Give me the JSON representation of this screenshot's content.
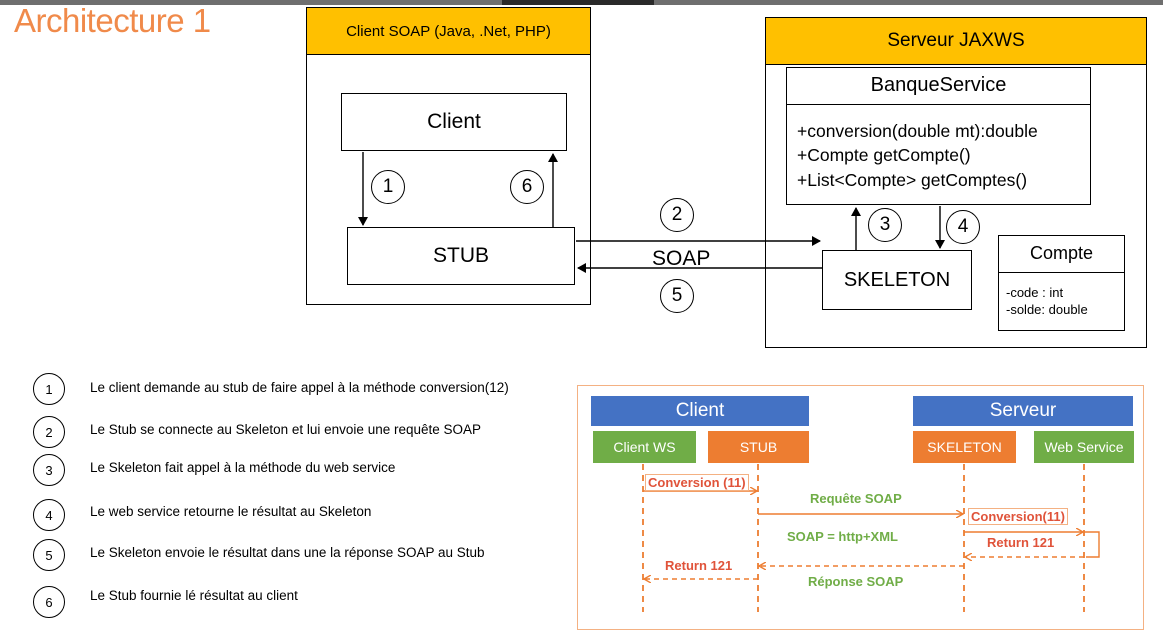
{
  "page_title": "Architecture 1",
  "client_container": {
    "header": "Client SOAP (Java, .Net, PHP)",
    "client_box": "Client",
    "stub_box": "STUB"
  },
  "server_container": {
    "header": "Serveur JAXWS",
    "banque_service": {
      "name": "BanqueService",
      "methods": [
        "+conversion(double mt):double",
        "+Compte getCompte()",
        "+List<Compte> getComptes()"
      ]
    },
    "skeleton_box": "SKELETON",
    "compte": {
      "name": "Compte",
      "attributes": [
        "-code : int",
        "-solde: double"
      ]
    }
  },
  "protocol_label": "SOAP",
  "step_numbers": [
    "1",
    "2",
    "3",
    "4",
    "5",
    "6"
  ],
  "legend": [
    {
      "num": "1",
      "text": "Le client demande au stub de faire appel à la méthode conversion(12)"
    },
    {
      "num": "2",
      "text": "Le Stub se connecte au Skeleton et lui envoie une requête SOAP"
    },
    {
      "num": "3",
      "text": "Le Skeleton fait appel à la méthode du web service"
    },
    {
      "num": "4",
      "text": "Le web service retourne le résultat au Skeleton"
    },
    {
      "num": "5",
      "text": "Le Skeleton envoie le résultat dans une la réponse SOAP au Stub"
    },
    {
      "num": "6",
      "text": "Le Stub fournie lé résultat au client"
    }
  ],
  "sequence": {
    "client_header": "Client",
    "server_header": "Serveur",
    "participants": [
      "Client WS",
      "STUB",
      "SKELETON",
      "Web Service"
    ],
    "messages": {
      "conversion_11": "Conversion (11)",
      "requete_soap": "Requête SOAP",
      "conversion_11b": "Conversion(11)",
      "soap_http_xml": "SOAP = http+XML",
      "return_121_server": "Return 121",
      "return_121_client": "Return 121",
      "reponse_soap": "Réponse SOAP"
    },
    "colors": {
      "blue": "#4472c4",
      "green": "#70ad47",
      "orange": "#ed7d31",
      "frame": "#f4b183"
    }
  }
}
